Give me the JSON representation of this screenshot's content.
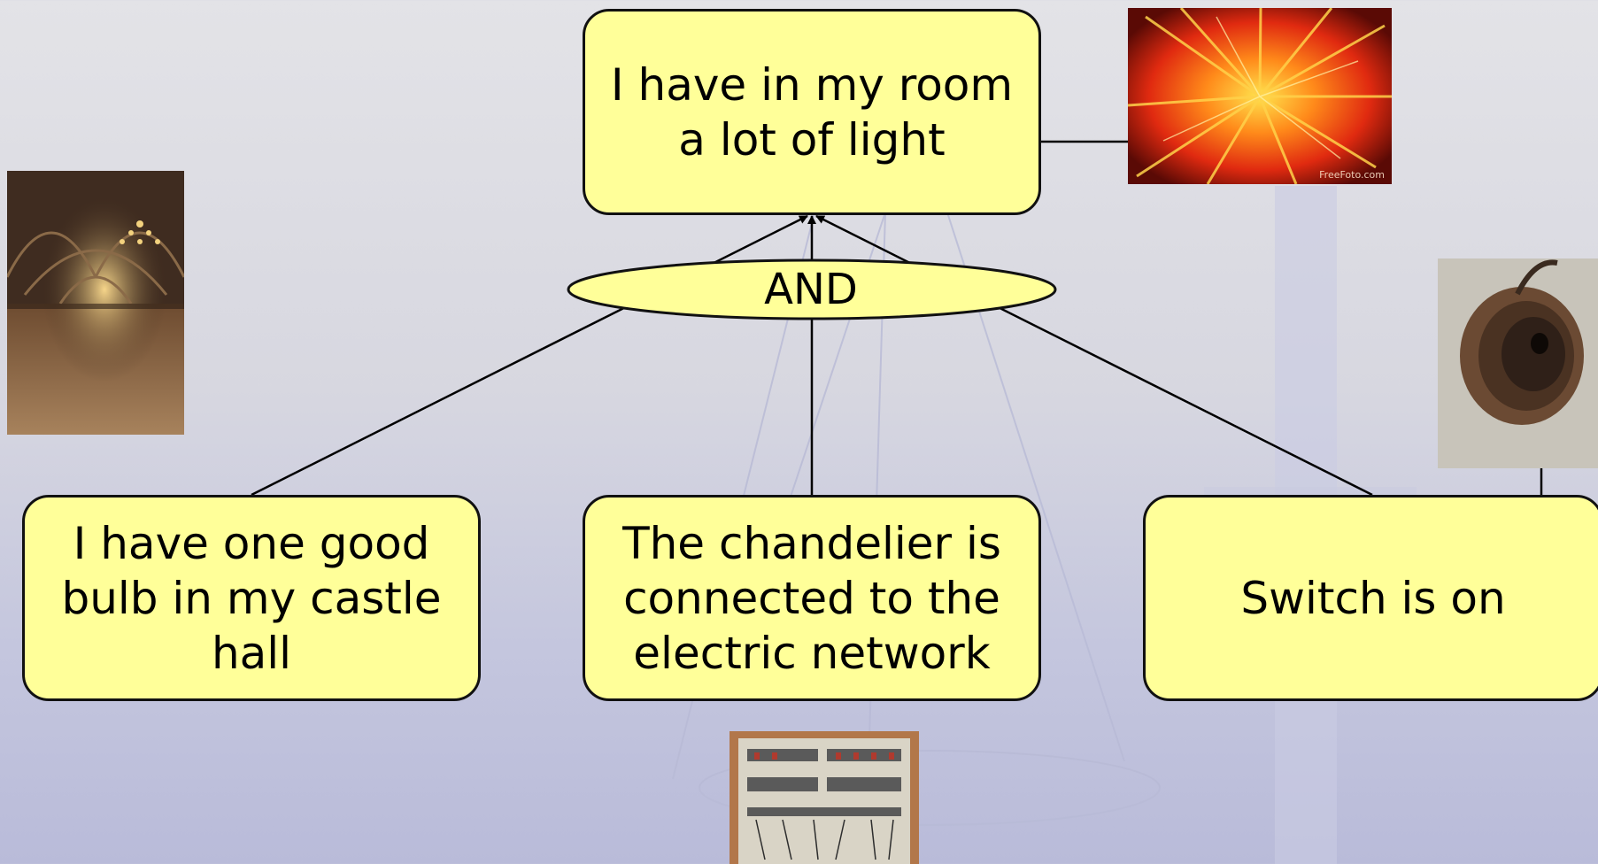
{
  "diagram": {
    "goal": "I have in my room a lot of light",
    "connector": "AND",
    "conditions": [
      {
        "label": "I have one good bulb in my castle hall"
      },
      {
        "label": "The chandelier is connected to the electric network"
      },
      {
        "label": "Switch is on"
      }
    ]
  },
  "images": {
    "castle_hall": {
      "icon": "castle-hall-photo"
    },
    "light_burst": {
      "icon": "light-burst-photo",
      "watermark": "FreeFoto.com"
    },
    "switch": {
      "icon": "light-switch-photo"
    },
    "electric_panel": {
      "icon": "electric-panel-photo"
    }
  },
  "colors": {
    "node_fill": "#ffff99",
    "node_border": "#111111",
    "background": "#d7d7e0"
  }
}
